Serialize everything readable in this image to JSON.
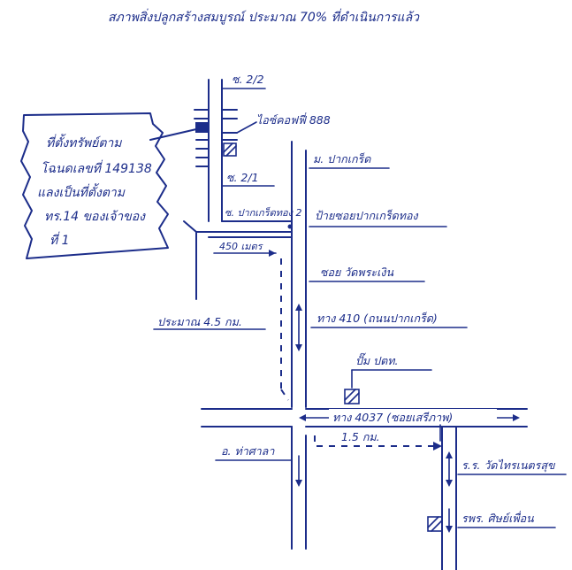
{
  "header": {
    "title": "สภาพสิ่งปลูกสร้างสมบูรณ์ ประมาณ 70% ที่ดำเนินการแล้ว"
  },
  "callout": {
    "lines": [
      "ที่ตั้งทรัพย์ตาม",
      "โฉนดเลขที่ 149138",
      "แลงเป็นที่ตั้งตาม",
      "ทร.14 ของเจ้าของ",
      "ที่ 1"
    ]
  },
  "labels": {
    "w_2_2": "ซ. 2/2",
    "shop": "ไอซ์คอฟฟี่ 888",
    "w_2_1": "ซ. 2/1",
    "pakkret_village": "ม. ปากเกร็ด",
    "soi_pakkret_tong_sign": "ซ. ปากเกร็ดทอง 2",
    "bus_stop": "ป้ายซอยปากเกร็ดทอง",
    "distance_450": "450 เมตร",
    "soi_wat_phra_ngoen": "ซอย วัดพระเงิน",
    "approx_distance": "ประมาณ 4.5 กม.",
    "road_410": "ทาง 410 (ถนนปากเกร็ด)",
    "gas_station": "ปั๊ม ปตท.",
    "road_4037": "ทาง 4037 (ซอยเสรีภาพ)",
    "distance_1_5": "1.5 กม.",
    "sala": "อ. ท่าศาลา",
    "wat_school": "ร.ร. วัดไทรเนตรสุข",
    "hospital": "รพร. ศิษย์เพื่อน"
  },
  "colors": {
    "ink": "#1c2d8a",
    "marker": "#1c2d8a",
    "background": "#ffffff"
  }
}
